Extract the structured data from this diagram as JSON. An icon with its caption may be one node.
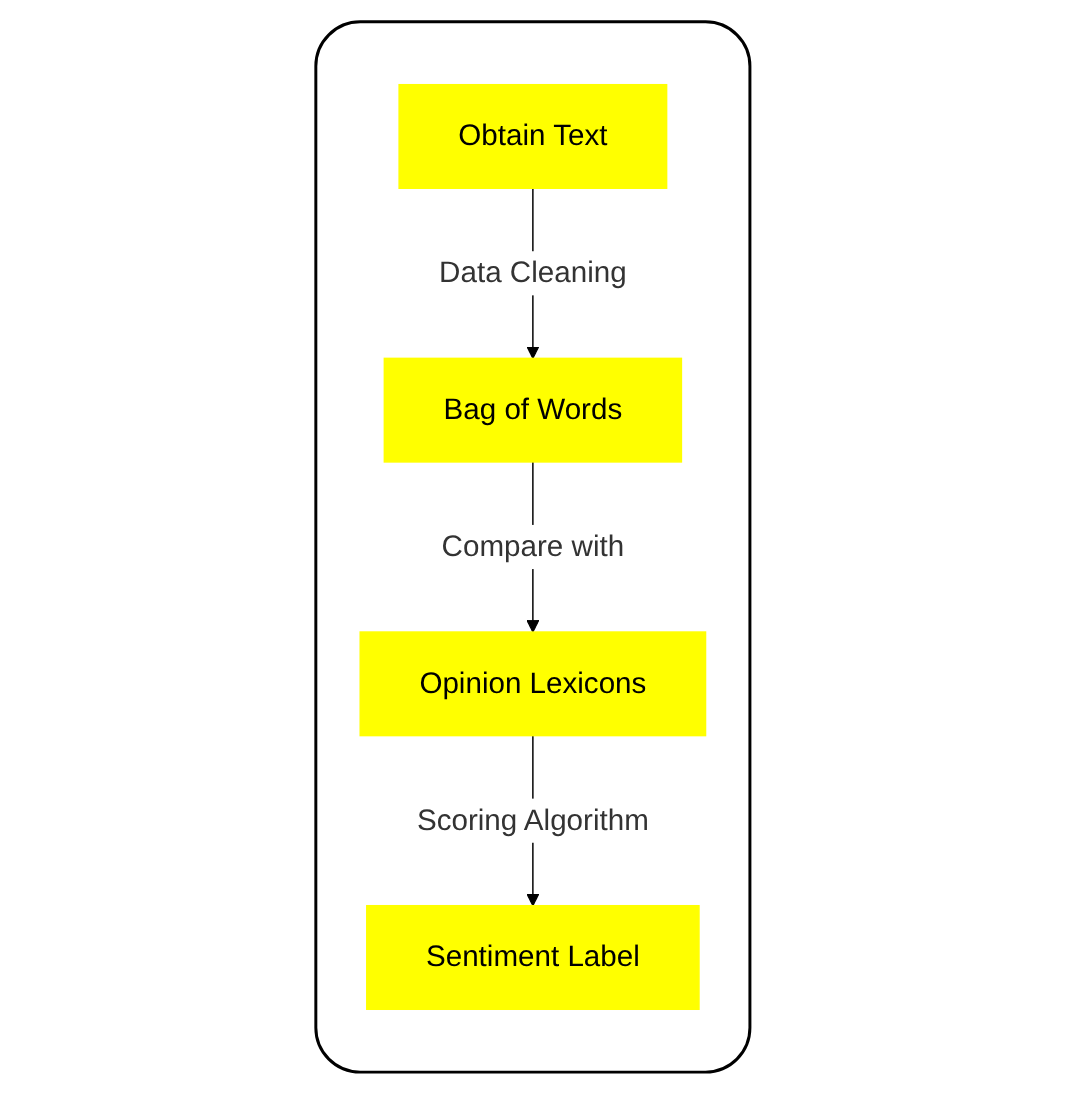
{
  "diagram": {
    "nodes": [
      {
        "text": [],
        "shape": "box"
      },
      {
        "text": [
          "Obtain Text"
        ],
        "in": 0
      },
      {
        "text": [
          "Bag of Words"
        ],
        "in": 0
      },
      {
        "text": [
          "Opinion Lexicons"
        ],
        "in": 0
      },
      {
        "text": [
          "Sentiment Label"
        ],
        "in": 0
      }
    ],
    "edges": [
      {
        "from": 1,
        "to": 2,
        "arrow": "to",
        "label": "Data Cleaning"
      },
      {
        "from": 2,
        "to": 3,
        "arrow": "to",
        "label": "Compare with"
      },
      {
        "from": 3,
        "to": 4,
        "arrow": "to",
        "label": "Scoring Algorithm"
      }
    ]
  }
}
